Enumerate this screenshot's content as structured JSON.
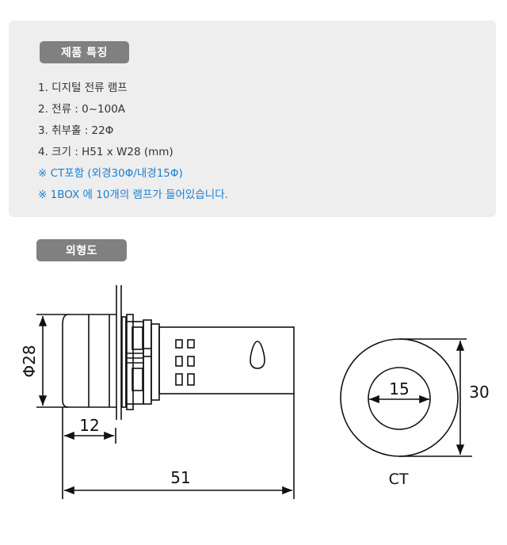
{
  "features": {
    "title": "제품 특징",
    "items": [
      "1. 디지털 전류 램프",
      "2. 전류 : 0~100A",
      "3. 취부홀 : 22Φ",
      "4. 크기 : H51 x W28 (mm)"
    ],
    "notes": [
      "※ CT포함 (외경30Φ/내경15Φ)",
      "※ 1BOX 에 10개의 램프가 들어있습니다."
    ],
    "note_color": "#1a7fd0"
  },
  "outline": {
    "title": "외형도",
    "lamp": {
      "diameter_label": "Φ28",
      "head_length_label": "12",
      "total_length_label": "51"
    },
    "ct": {
      "inner_label": "15",
      "outer_label": "30",
      "caption": "CT"
    }
  }
}
